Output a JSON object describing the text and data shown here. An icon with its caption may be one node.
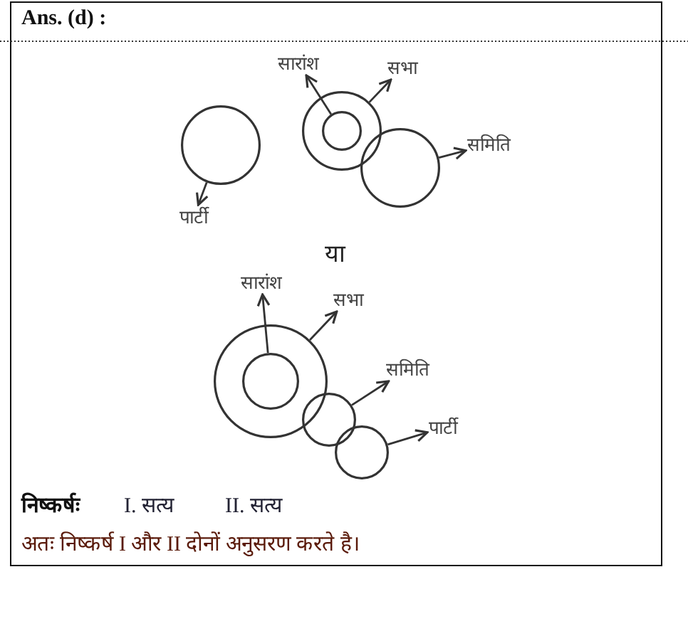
{
  "diagram": {
    "title": "Ans. (d) :",
    "nodes": [
      {
        "text": [],
        "shape": "circle"
      },
      {
        "text": [
          "पार्टी"
        ]
      },
      {
        "text": [],
        "shape": "circle"
      },
      {
        "text": [],
        "shape": "circle",
        "in": 2
      },
      {
        "text": [],
        "shape": "circle"
      },
      {
        "text": [
          "सारांश"
        ]
      },
      {
        "text": [
          "सभा"
        ]
      },
      {
        "text": [
          "समिति"
        ]
      },
      {
        "text": [],
        "shape": "circle"
      },
      {
        "text": [],
        "shape": "circle",
        "in": 8
      },
      {
        "text": [],
        "shape": "circle"
      },
      {
        "text": [],
        "shape": "circle"
      },
      {
        "text": [
          "सारांश"
        ]
      },
      {
        "text": [
          "सभा"
        ]
      },
      {
        "text": [
          "समिति"
        ]
      },
      {
        "text": [
          "पार्टी"
        ]
      }
    ],
    "edges": [
      {
        "from": 0,
        "to": 1,
        "arrow": "to"
      },
      {
        "from": 3,
        "to": 5,
        "arrow": "to"
      },
      {
        "from": 2,
        "to": 6,
        "arrow": "to"
      },
      {
        "from": 4,
        "to": 7,
        "arrow": "to"
      },
      {
        "from": 9,
        "to": 12,
        "arrow": "to"
      },
      {
        "from": 8,
        "to": 13,
        "arrow": "to"
      },
      {
        "from": 10,
        "to": 14,
        "arrow": "to"
      },
      {
        "from": 11,
        "to": 15,
        "arrow": "to"
      }
    ],
    "labels": [
      "या",
      "निष्कर्षः",
      "I. सत्य",
      "II. सत्य",
      "अतः निष्कर्ष I और II दोनों अनुसरण करते है।"
    ]
  }
}
